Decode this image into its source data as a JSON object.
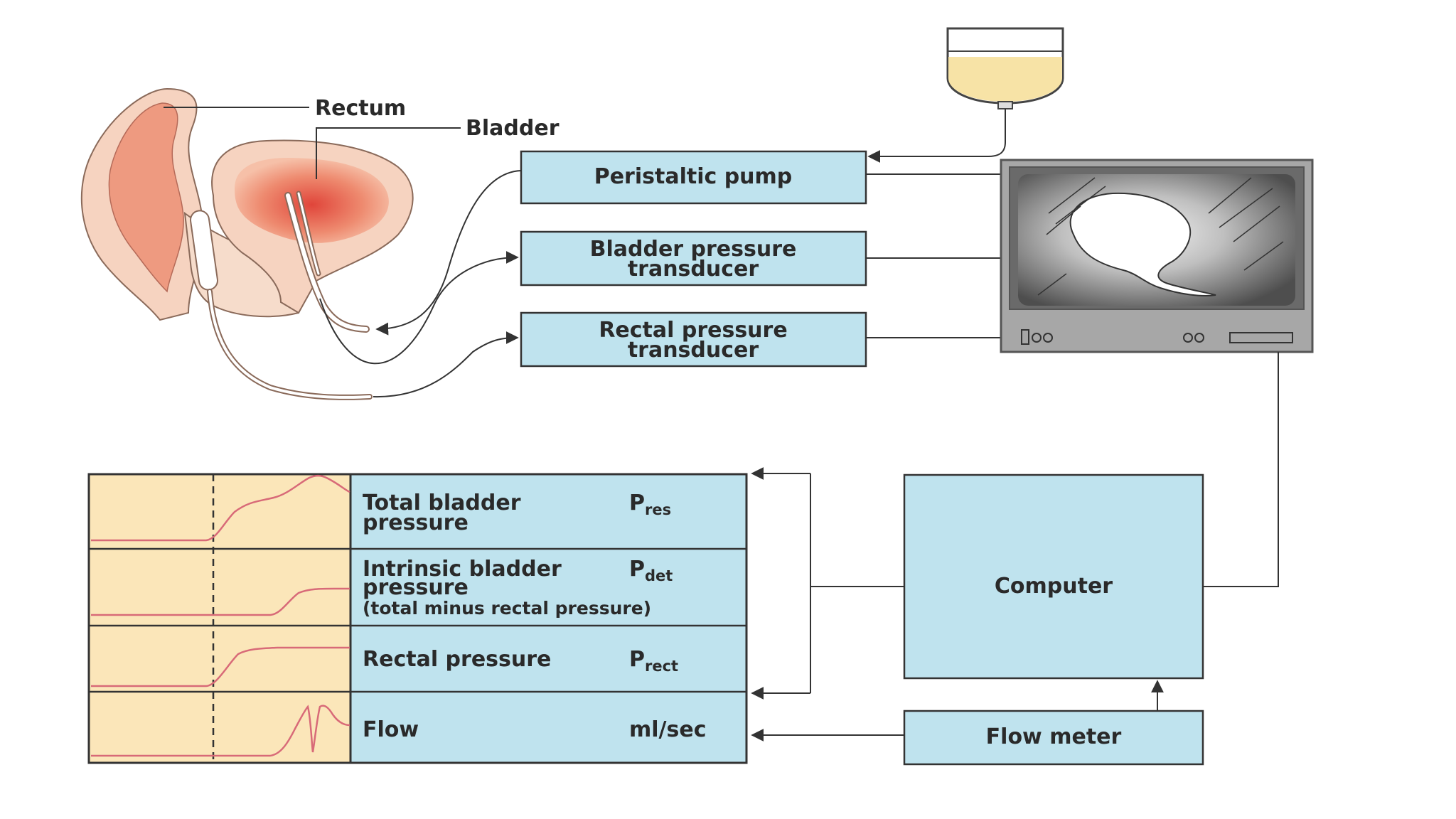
{
  "anatomy": {
    "rectum_label": "Rectum",
    "bladder_label": "Bladder"
  },
  "components": {
    "peristaltic_pump": "Peristaltic pump",
    "bladder_pressure_transducer": [
      "Bladder pressure",
      "transducer"
    ],
    "rectal_pressure_transducer": [
      "Rectal pressure",
      "transducer"
    ],
    "computer": "Computer",
    "flow_meter": "Flow meter"
  },
  "trace_panel": {
    "rows": [
      {
        "lines": [
          "Total bladder",
          "pressure"
        ],
        "symbol": "P",
        "subscript": "res"
      },
      {
        "lines": [
          "Intrinsic bladder",
          "pressure",
          "(total minus rectal pressure)"
        ],
        "symbol": "P",
        "subscript": "det"
      },
      {
        "lines": [
          "Rectal pressure"
        ],
        "symbol": "P",
        "subscript": "rect"
      },
      {
        "lines": [
          "Flow"
        ],
        "symbol": "ml/sec",
        "subscript": ""
      }
    ]
  },
  "colors": {
    "box_fill": "#bfe3ee",
    "trace_bg": "#fbe6b9",
    "trace_line": "#d86a78",
    "anatomy_fill": "#f2b8a0",
    "bladder_core": "#e0453a",
    "fluid": "#f7e3a6",
    "monitor": "#a7a7a7"
  }
}
